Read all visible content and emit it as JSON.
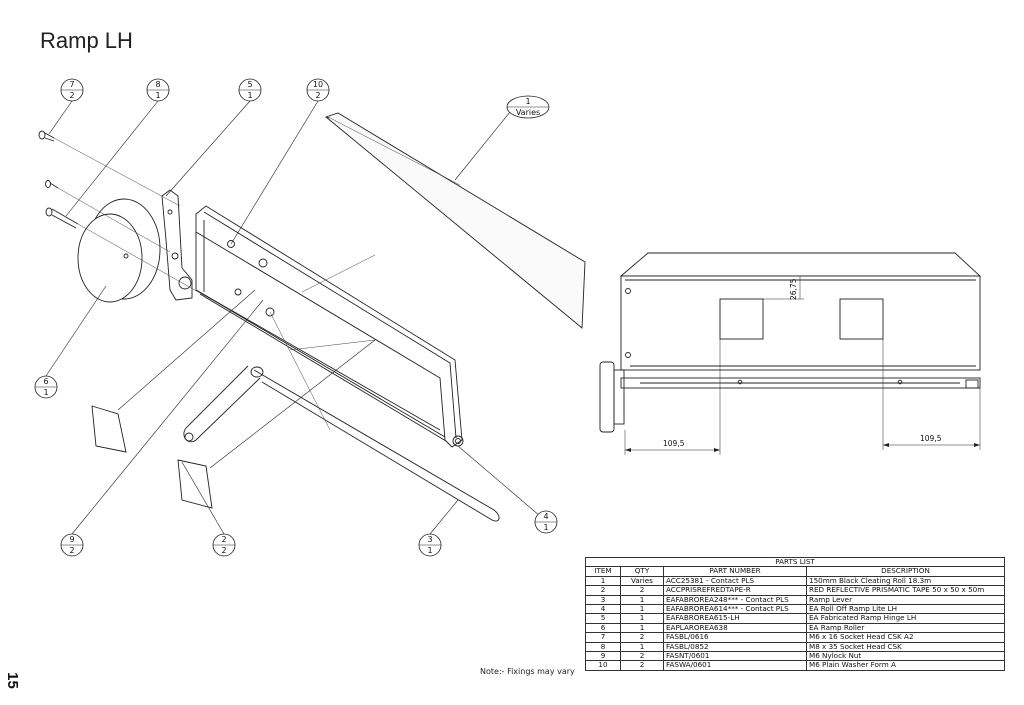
{
  "title": "Ramp LH",
  "balloons": [
    {
      "id": "7",
      "qty": "2"
    },
    {
      "id": "8",
      "qty": "1"
    },
    {
      "id": "5",
      "qty": "1"
    },
    {
      "id": "10",
      "qty": "2"
    },
    {
      "id": "1",
      "qty": "Varies"
    },
    {
      "id": "6",
      "qty": "1"
    },
    {
      "id": "9",
      "qty": "2"
    },
    {
      "id": "2",
      "qty": "2"
    },
    {
      "id": "3",
      "qty": "1"
    },
    {
      "id": "4",
      "qty": "1"
    }
  ],
  "dimensions": {
    "height": "26,75",
    "left_width": "109,5",
    "right_width": "109,5"
  },
  "parts_list": {
    "caption": "PARTS LIST",
    "headers": [
      "ITEM",
      "QTY",
      "PART NUMBER",
      "DESCRIPTION"
    ],
    "rows": [
      [
        "1",
        "Varies",
        "ACC25381 - Contact PLS",
        "150mm Black Cleating Roll 18.3m"
      ],
      [
        "2",
        "2",
        "ACCPRISREFREDTAPE-R",
        "RED REFLECTIVE PRISMATIC TAPE 50 x 50 x 50m"
      ],
      [
        "3",
        "1",
        "EAFABROREA248*** - Contact PLS",
        "Ramp Lever"
      ],
      [
        "4",
        "1",
        "EAFABROREA614*** - Contact PLS",
        "EA Roll Off Ramp Lite LH"
      ],
      [
        "5",
        "1",
        "EAFABROREA615-LH",
        "EA Fabricated Ramp Hinge LH"
      ],
      [
        "6",
        "1",
        "EAPLAROREA638",
        "EA Ramp Roller"
      ],
      [
        "7",
        "2",
        "FASBL/0616",
        "M6 x 16 Socket Head CSK A2"
      ],
      [
        "8",
        "1",
        "FASBL/0852",
        "M8 x 35 Socket Head CSK"
      ],
      [
        "9",
        "2",
        "FASNT/0601",
        "M6 Nylock Nut"
      ],
      [
        "10",
        "2",
        "FASWA/0601",
        "M6 Plain Washer Form A"
      ]
    ]
  },
  "note": "Note:- Fixings may vary",
  "page_number": "15"
}
